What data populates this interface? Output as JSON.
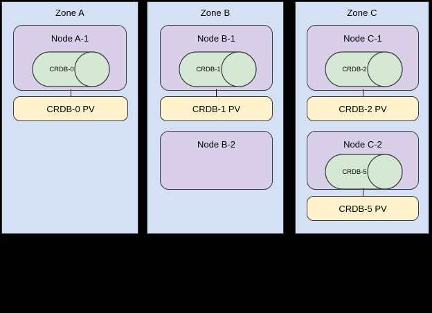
{
  "colors": {
    "background": "#000000",
    "zone_fill": "#d4e1f5",
    "node_fill": "#d9cfe8",
    "db_fill": "#d5e8d4",
    "pv_fill": "#fff2cc",
    "stroke": "#36393d",
    "text": "#000000"
  },
  "diagram": {
    "type": "infrastructure-topology",
    "zones": [
      {
        "label": "Zone A",
        "nodes": [
          {
            "label": "Node A-1",
            "database": {
              "label": "CRDB-0",
              "icon": "cylinder-database-icon"
            },
            "pv": {
              "label": "CRDB-0 PV"
            }
          }
        ]
      },
      {
        "label": "Zone B",
        "nodes": [
          {
            "label": "Node B-1",
            "database": {
              "label": "CRDB-1",
              "icon": "cylinder-database-icon"
            },
            "pv": {
              "label": "CRDB-1 PV"
            }
          },
          {
            "label": "Node B-2",
            "database": null,
            "pv": null
          }
        ]
      },
      {
        "label": "Zone C",
        "nodes": [
          {
            "label": "Node C-1",
            "database": {
              "label": "CRDB-2",
              "icon": "cylinder-database-icon"
            },
            "pv": {
              "label": "CRDB-2 PV"
            }
          },
          {
            "label": "Node C-2",
            "database": {
              "label": "CRDB-5",
              "icon": "cylinder-database-icon"
            },
            "pv": {
              "label": "CRDB-5 PV"
            }
          }
        ]
      }
    ]
  }
}
